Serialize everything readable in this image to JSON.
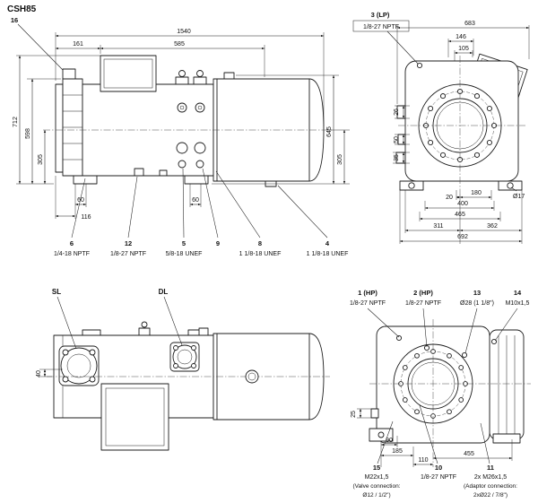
{
  "title": "CSH85",
  "side_top": {
    "callout_16": "16",
    "d1540": "1540",
    "d161": "161",
    "d585": "585",
    "d712": "712",
    "d598": "598",
    "d305_left": "305",
    "d645": "645",
    "d305_right": "305",
    "d60_left": "60",
    "d116": "116",
    "d60_right": "60",
    "callouts": [
      {
        "num": "6",
        "label": "1/4-18 NPTF"
      },
      {
        "num": "12",
        "label": "1/8-27 NPTF"
      },
      {
        "num": "5",
        "label": "5/8-18 UNEF"
      },
      {
        "num": "9",
        "label": ""
      },
      {
        "num": "8",
        "label": "1 1/8-18 UNEF"
      },
      {
        "num": "4",
        "label": "1 1/8-18 UNEF"
      }
    ]
  },
  "end_lp": {
    "callout_num": "3 (LP)",
    "callout_label": "1/8-27 NPTF",
    "d683": "683",
    "d146": "146",
    "d105": "105",
    "d26": "26",
    "d50": "50",
    "d35": "35",
    "d20": "20",
    "d180": "180",
    "d400": "400",
    "d465": "465",
    "d311": "311",
    "d362": "362",
    "d692": "692",
    "dia17": "Ø17"
  },
  "side_bottom": {
    "label_sl": "SL",
    "label_dl": "DL",
    "d40": "40"
  },
  "end_hp": {
    "callouts_top": [
      {
        "num": "1 (HP)",
        "label": "1/8-27 NPTF"
      },
      {
        "num": "2 (HP)",
        "label": "1/8-27 NPTF"
      },
      {
        "num": "13",
        "label": "Ø28 (1 1/8\")"
      },
      {
        "num": "14",
        "label": "M10x1,5"
      }
    ],
    "d25": "25",
    "d90": "90",
    "d185": "185",
    "d110": "110",
    "d455": "455",
    "callouts_bottom": [
      {
        "num": "15",
        "label": "M22x1,5",
        "note1": "(Valve connection:",
        "note2": "Ø12 / 1/2\")"
      },
      {
        "num": "10",
        "label": "1/8-27 NPTF",
        "note1": "",
        "note2": ""
      },
      {
        "num": "11",
        "label": "2x M26x1,5",
        "note1": "(Adaptor connection:",
        "note2": "2xØ22 / 7/8\")"
      }
    ]
  }
}
